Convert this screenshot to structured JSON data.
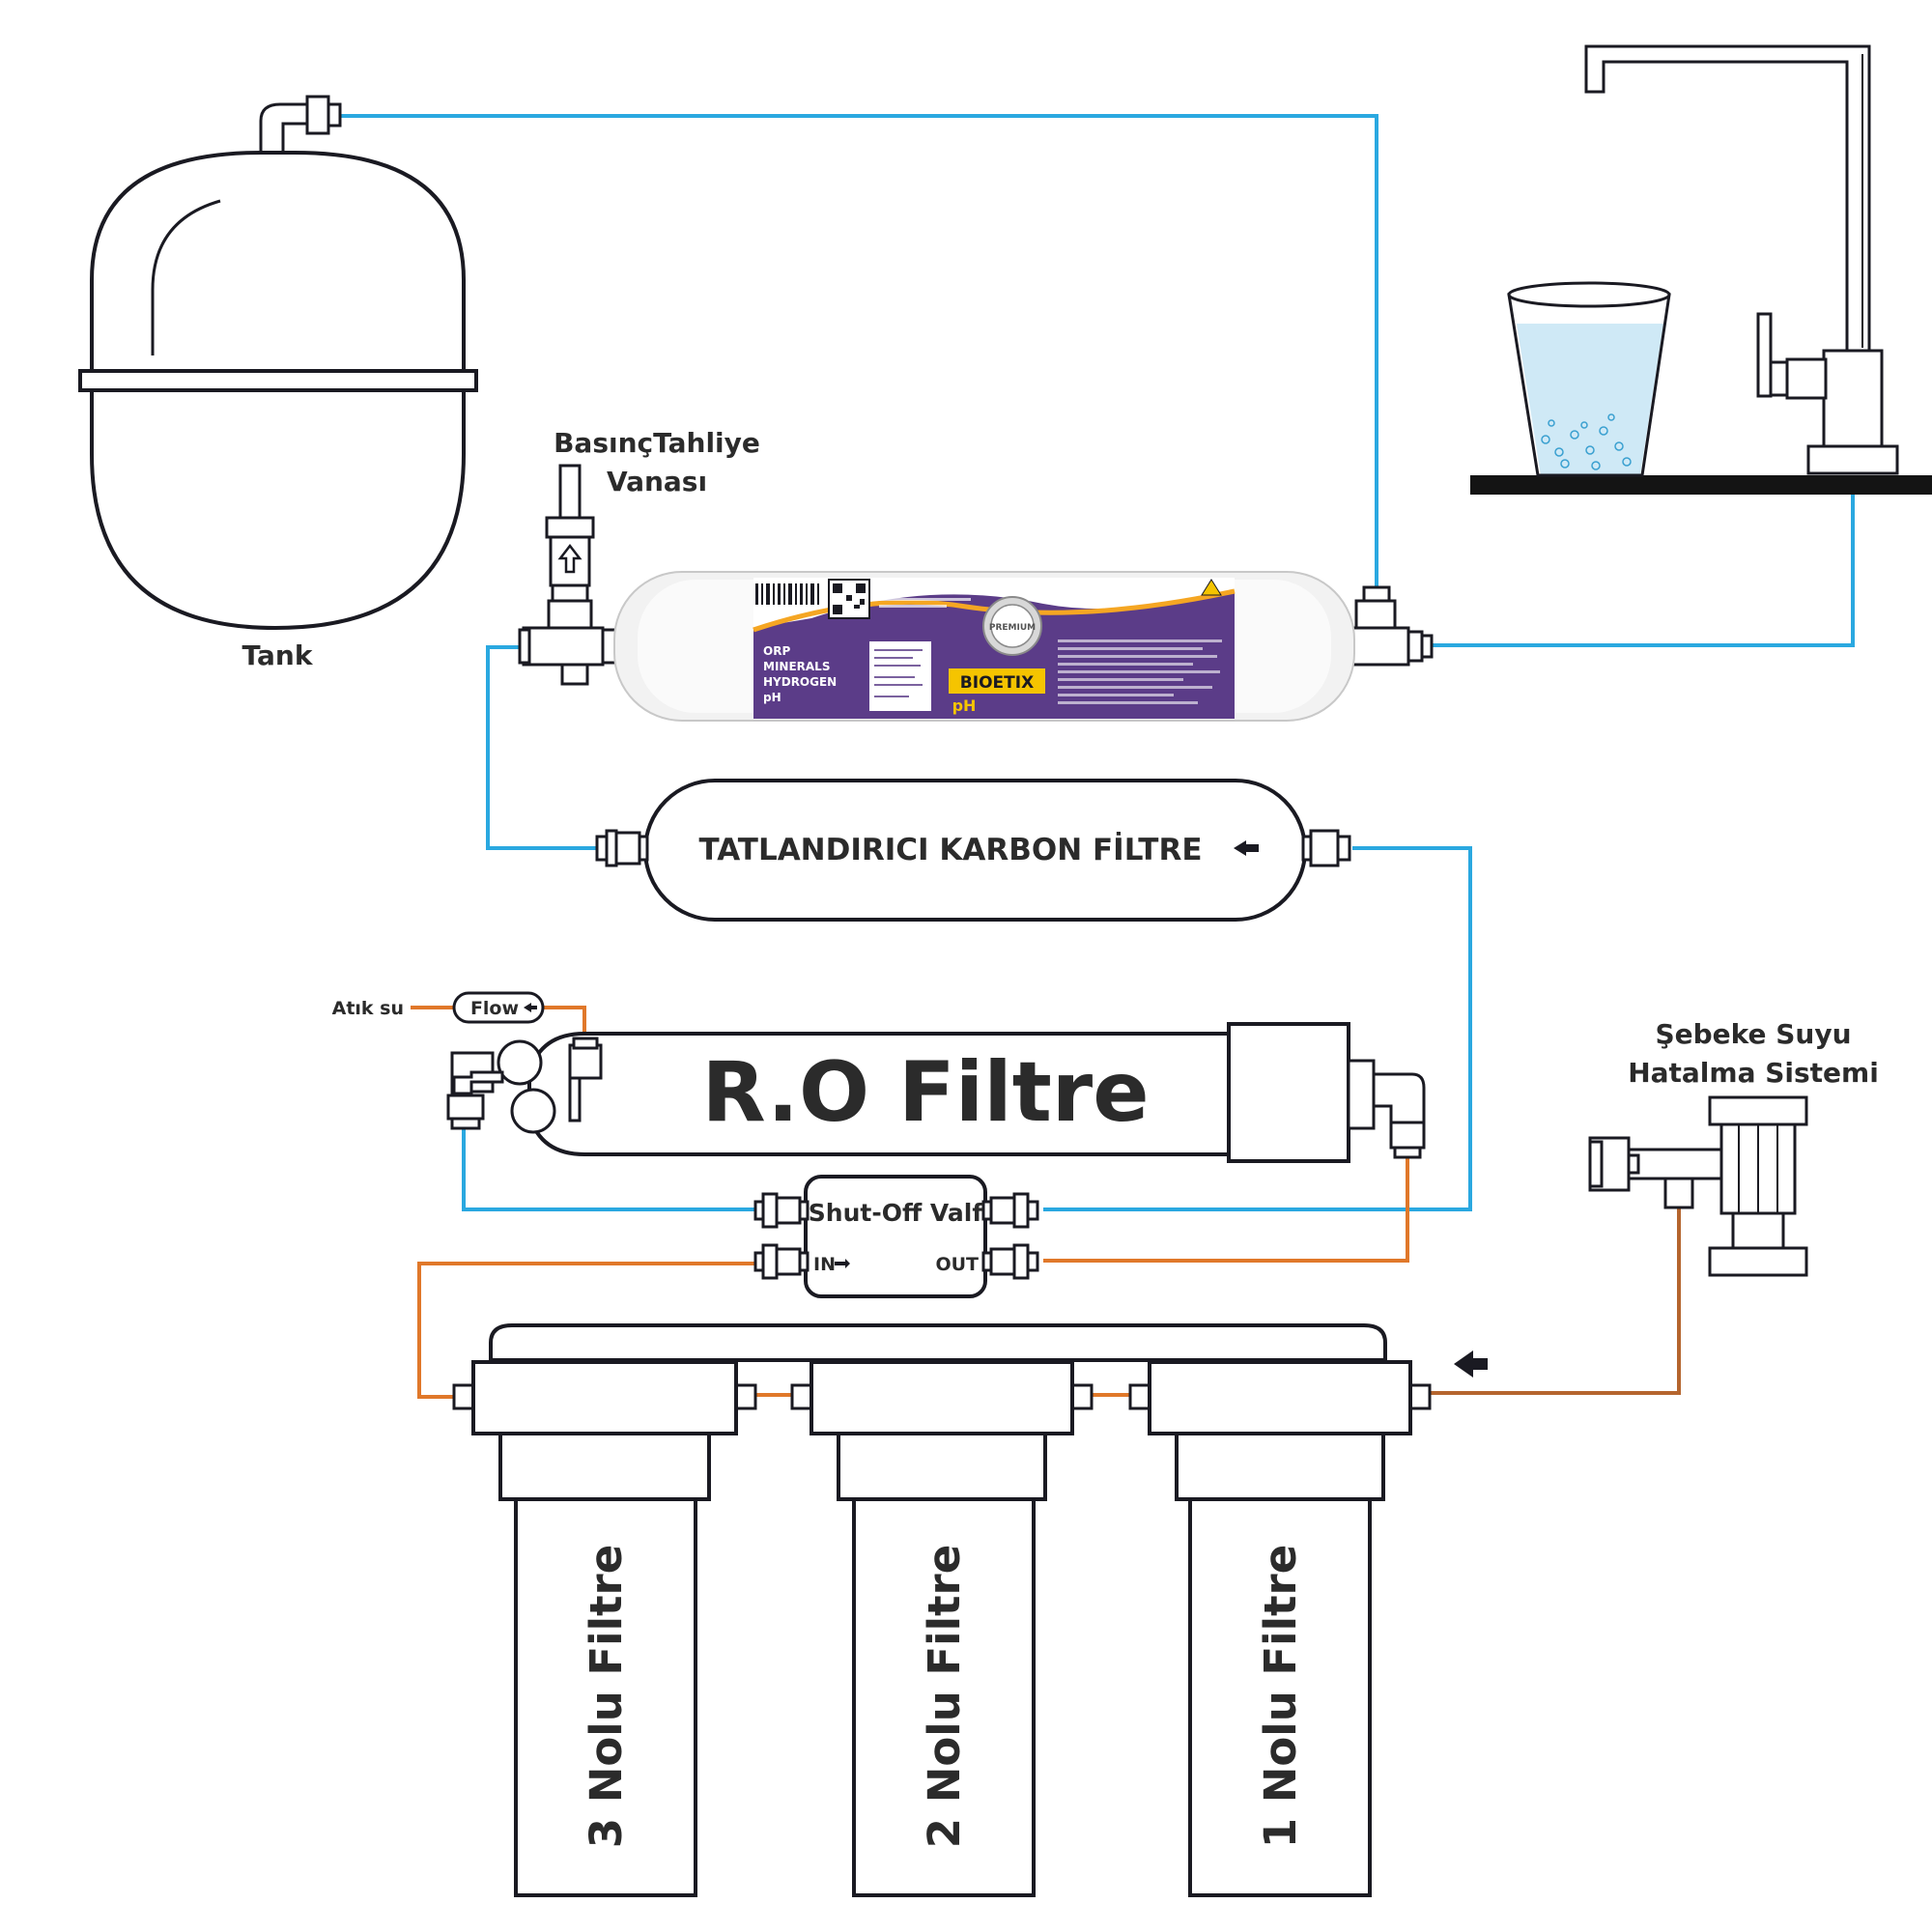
{
  "labels": {
    "tank": "Tank",
    "pressure_valve_line1": "BasınçTahliye",
    "pressure_valve_line2": "Vanası",
    "carbon_filter": "TATLANDIRICI KARBON FİLTRE",
    "ro_filter": "R.O Filtre",
    "waste_water": "Atık su",
    "flow": "Flow",
    "shutoff_valve": "Shut-Off Valf",
    "shutoff_in": "IN",
    "shutoff_out": "OUT",
    "mains_line1": "Şebeke Suyu",
    "mains_line2": "Hatalma Sistemi",
    "filter1": "1 Nolu Filtre",
    "filter2": "2 Nolu Filtre",
    "filter3": "3 Nolu Filtre"
  },
  "bioetix_label": {
    "brand": "BIOETIX",
    "ph": "pH",
    "features": [
      "pH",
      "HYDROGEN",
      "MINERALS",
      "ORP"
    ],
    "seal": "PREMIUM"
  },
  "colors": {
    "line_blue": "#2aa8e0",
    "line_orange": "#e0782a",
    "line_brown": "#b5652e",
    "label_purple": "#5b3c88",
    "label_yellow": "#f5c400",
    "outline": "#1a1a22"
  },
  "icons": {
    "flow_arrow": "arrow-left-icon",
    "inlet_arrow": "arrow-left-icon",
    "in_arrow": "arrow-right-icon",
    "valve_arrow": "arrow-up-icon"
  }
}
